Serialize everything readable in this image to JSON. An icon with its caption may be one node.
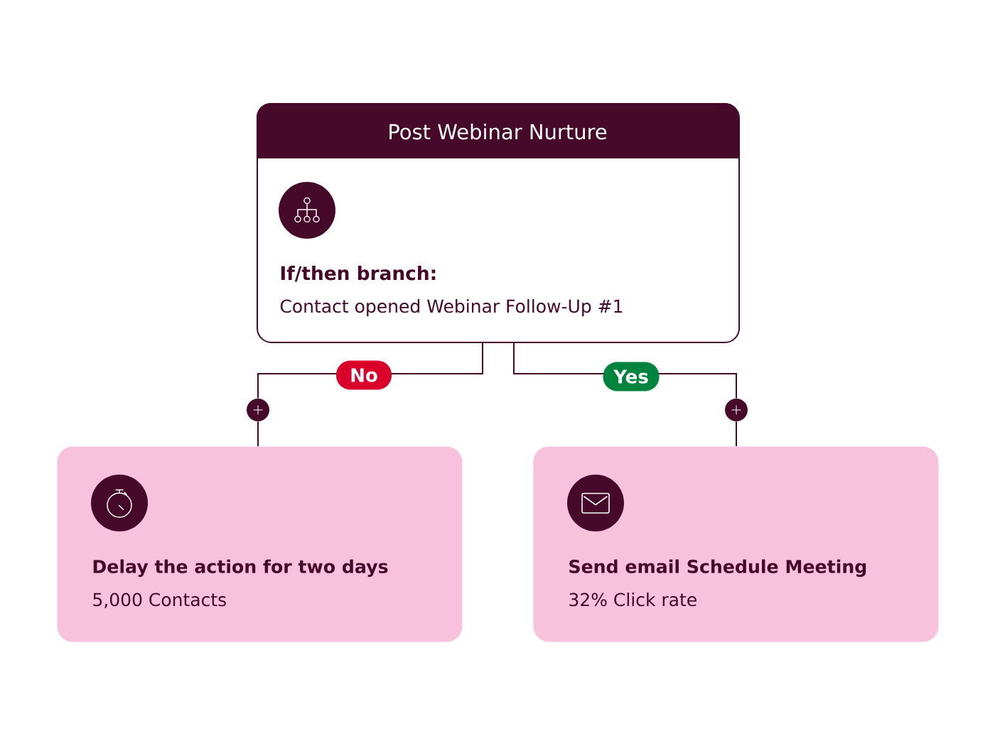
{
  "diagram": {
    "nodes": [
      {
        "text": [
          "Post Webinar Nurture",
          "If/then branch:",
          "Contact opened Webinar Follow-Up #1"
        ]
      },
      {
        "text": [],
        "shape": "circle"
      },
      {
        "text": [],
        "shape": "circle"
      },
      {
        "text": [
          "Delay the action for two days",
          "5,000 Contacts"
        ]
      },
      {
        "text": [
          "Send email Schedule Meeting",
          "32% Click rate"
        ]
      }
    ],
    "edges": [
      {
        "from": 0,
        "to": 1,
        "arrow": "none",
        "label": "No"
      },
      {
        "from": 0,
        "to": 2,
        "arrow": "none",
        "label": "Yes"
      },
      {
        "from": 1,
        "to": 3,
        "arrow": "none"
      },
      {
        "from": 2,
        "to": 4,
        "arrow": "none"
      }
    ]
  }
}
